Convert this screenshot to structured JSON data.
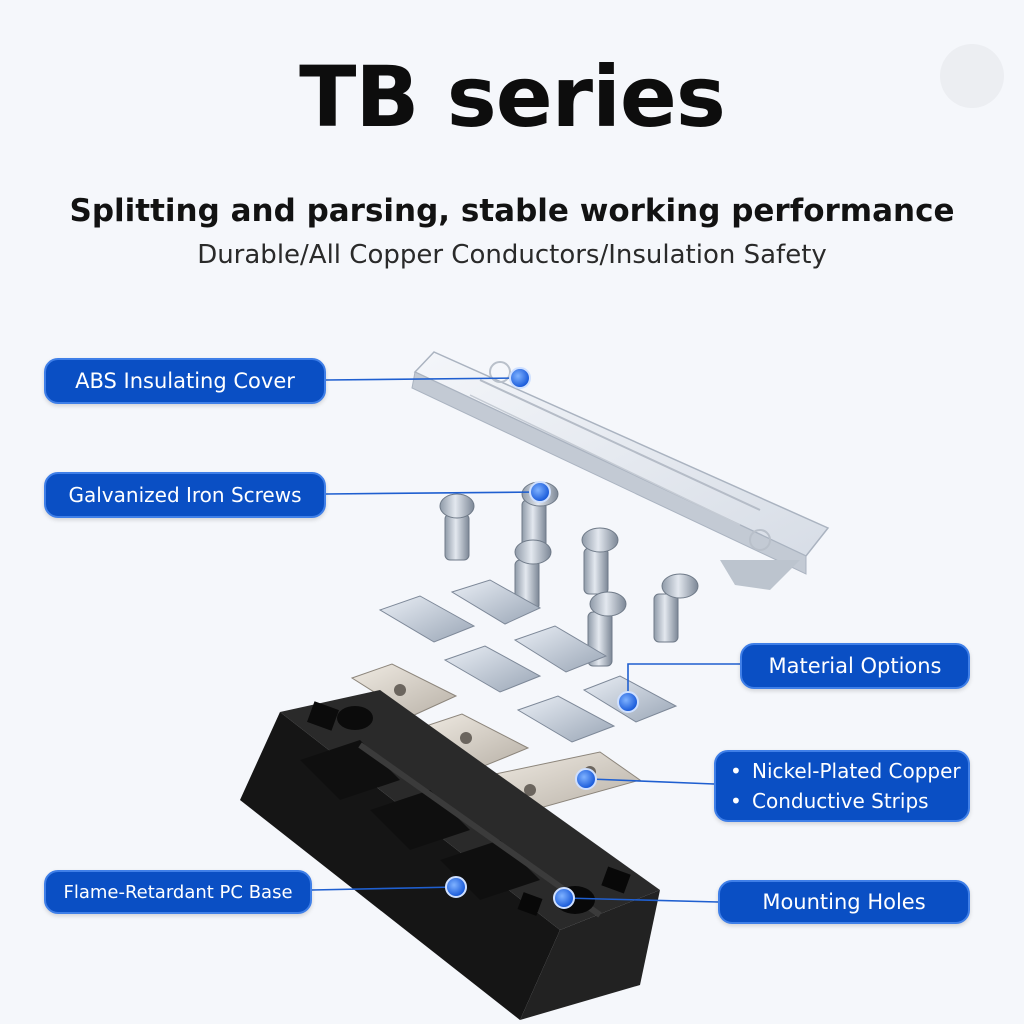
{
  "title": "TB series",
  "headline": "Splitting and parsing, stable working performance",
  "subline": "Durable/All Copper Conductors/Insulation Safety",
  "labels": {
    "cover": "ABS Insulating Cover",
    "screws": "Galvanized Iron Screws",
    "material": "Material Options",
    "strip_1": "Nickel-Plated Copper",
    "strip_2": "Conductive Strips",
    "strip_bullet": "•",
    "base": "Flame-Retardant PC Base",
    "holes": "Mounting Holes"
  },
  "colors": {
    "badge_fill": "#0a4fc4",
    "badge_border": "#3f7fe8",
    "leader_line": "#1f5fd0",
    "marker": "#1a63e0",
    "base_block": "#1e1e1e",
    "metal": "#c9ced6"
  }
}
